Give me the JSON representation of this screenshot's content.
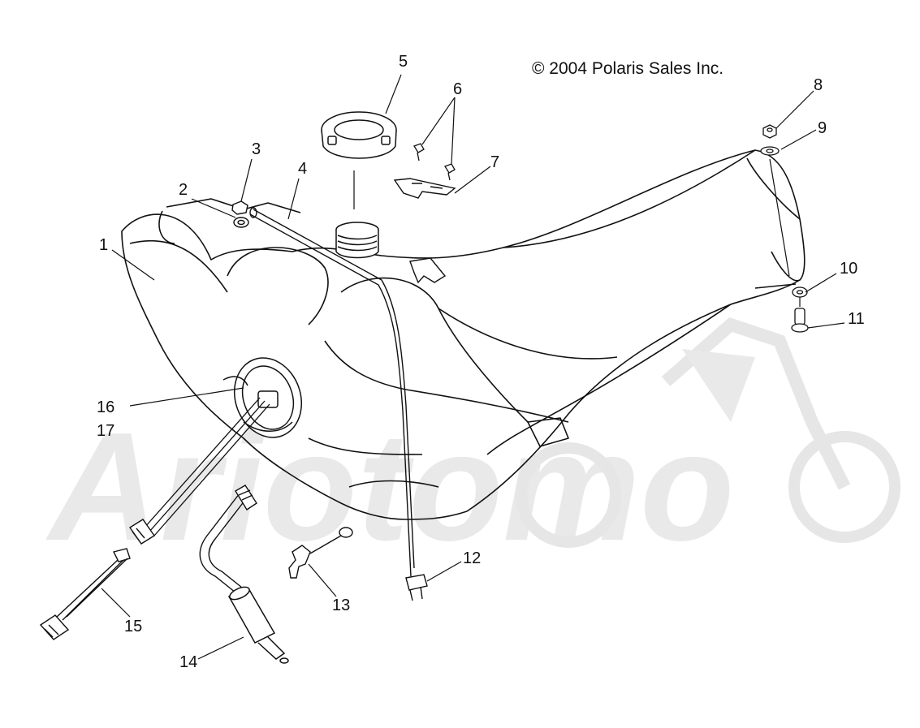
{
  "copyright": "© 2004 Polaris Sales Inc.",
  "watermark": "Ariotomo",
  "callouts": [
    {
      "id": "c1",
      "label": "1"
    },
    {
      "id": "c2",
      "label": "2"
    },
    {
      "id": "c3",
      "label": "3"
    },
    {
      "id": "c4",
      "label": "4"
    },
    {
      "id": "c5",
      "label": "5"
    },
    {
      "id": "c6",
      "label": "6"
    },
    {
      "id": "c7",
      "label": "7"
    },
    {
      "id": "c8",
      "label": "8"
    },
    {
      "id": "c9",
      "label": "9"
    },
    {
      "id": "c10",
      "label": "10"
    },
    {
      "id": "c11",
      "label": "11"
    },
    {
      "id": "c12",
      "label": "12"
    },
    {
      "id": "c13",
      "label": "13"
    },
    {
      "id": "c14",
      "label": "14"
    },
    {
      "id": "c15",
      "label": "15"
    },
    {
      "id": "c16",
      "label": "16"
    },
    {
      "id": "c17",
      "label": "17"
    }
  ],
  "colors": {
    "line": "#111111",
    "watermark": "#e6e6e6"
  }
}
